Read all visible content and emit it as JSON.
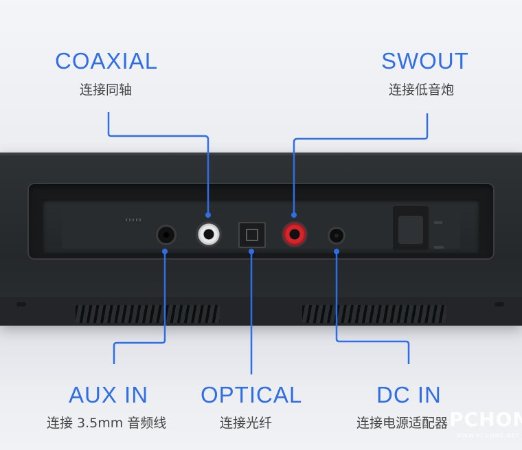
{
  "labels": {
    "coaxial": {
      "title": "COAXIAL",
      "subtitle": "连接同轴"
    },
    "swout": {
      "title": "SWOUT",
      "subtitle": "连接低音炮"
    },
    "aux_in": {
      "title": "AUX IN",
      "subtitle": "连接 3.5mm 音频线"
    },
    "optical": {
      "title": "OPTICAL",
      "subtitle": "连接光纤"
    },
    "dc_in": {
      "title": "DC IN",
      "subtitle": "连接电源适配器"
    }
  },
  "watermark": {
    "brand": "PCHOME",
    "site": "WWW.PCHOME.NET"
  },
  "colors": {
    "accent": "#2f6ee6",
    "leader": "#2f6ee6",
    "coax_port": "#e9e9ea",
    "sw_port": "#d5252c"
  }
}
